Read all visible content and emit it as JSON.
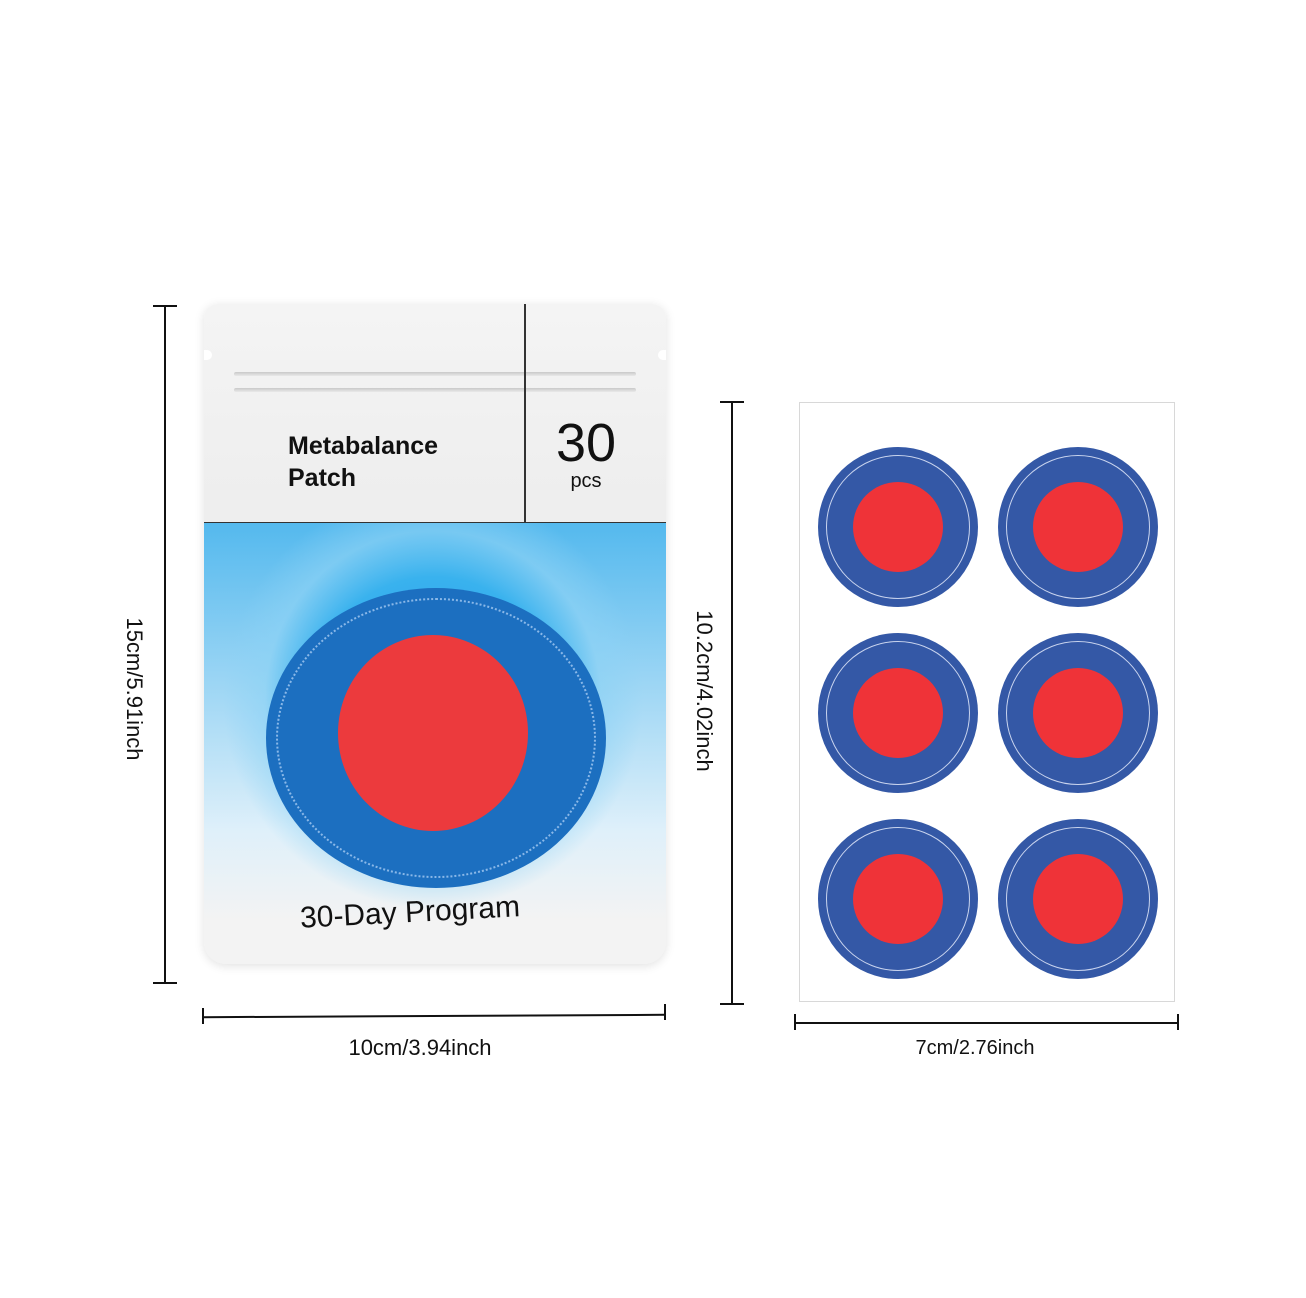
{
  "pouch": {
    "product_name_line1": "Metabalance",
    "product_name_line2": "Patch",
    "count": "30",
    "count_unit": "pcs",
    "program": "30-Day Program"
  },
  "dimensions": {
    "pouch_height": "15cm/5.91inch",
    "pouch_width": "10cm/3.94inch",
    "sheet_height": "10.2cm/4.02inch",
    "sheet_width": "7cm/2.76inch"
  },
  "sheet": {
    "patch_count": 6,
    "colors": {
      "outer": "#3458a6",
      "inner": "#ef3338"
    }
  },
  "colors": {
    "pouch_blue": "#1c6fc0",
    "pouch_red": "#ec3a3d",
    "dimension_line": "#111111"
  }
}
